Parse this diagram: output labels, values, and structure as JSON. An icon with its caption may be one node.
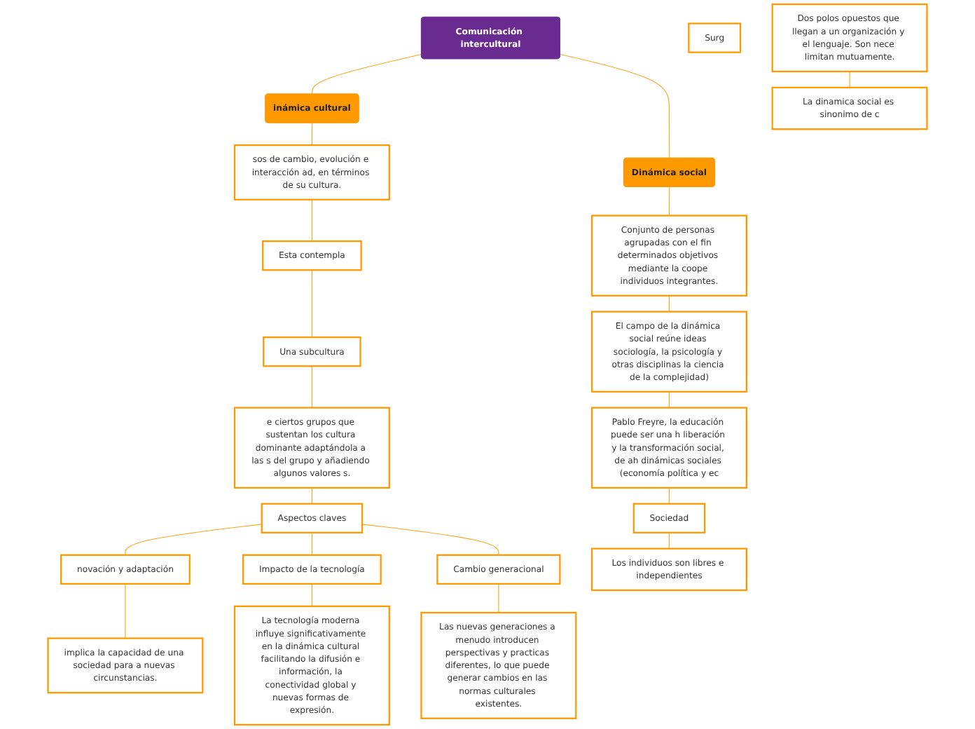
{
  "diagram": {
    "nodes": [
      {
        "text": [
          "Comunicación intercultural"
        ]
      },
      {
        "text": [
          "inámica cultural"
        ]
      },
      {
        "text": [
          "sos de cambio, evolución e interacción ad, en términos de su cultura."
        ]
      },
      {
        "text": [
          "Esta contempla"
        ]
      },
      {
        "text": [
          "Una subcultura"
        ]
      },
      {
        "text": [
          "e ciertos grupos que sustentan los cultura dominante adaptándola a las s del grupo y añadiendo algunos valores s."
        ]
      },
      {
        "text": [
          "Aspectos claves"
        ]
      },
      {
        "text": [
          "novación y adaptación"
        ]
      },
      {
        "text": [
          "Impacto de la tecnología"
        ]
      },
      {
        "text": [
          "Cambio generacional"
        ]
      },
      {
        "text": [
          "implica la capacidad de una sociedad para a nuevas circunstancias."
        ]
      },
      {
        "text": [
          "La tecnología moderna influye significativamente en la dinámica cultural facilitando la difusión e información, la conectividad global y nuevas formas de expresión."
        ]
      },
      {
        "text": [
          "Las nuevas generaciones a menudo introducen perspectivas y practicas diferentes, lo que puede generar cambios en las normas culturales existentes."
        ]
      },
      {
        "text": [
          "Dinámica social"
        ]
      },
      {
        "text": [
          "Conjunto de personas agrupadas con el fin determinados objetivos mediante la coope individuos integrantes."
        ]
      },
      {
        "text": [
          "El campo de la dinámica social reúne ideas sociología, la psicología y otras disciplinas la ciencia de la complejidad)"
        ]
      },
      {
        "text": [
          "Pablo Freyre, la educación puede ser una h liberación y la transformación social, de ah dinámicas sociales (economía política y ec"
        ]
      },
      {
        "text": [
          "Sociedad"
        ]
      },
      {
        "text": [
          "Los individuos son libres e independientes"
        ]
      },
      {
        "text": [
          "Surg"
        ]
      },
      {
        "text": [
          "Dos polos opuestos que llegan a un organización y el lenguaje. Son nece limitan mutuamente."
        ]
      },
      {
        "text": [
          "La dinamica social es sinonimo de c"
        ]
      }
    ],
    "edges": [
      {
        "from": 0,
        "to": 1,
        "arrow": "none"
      },
      {
        "from": 1,
        "to": 2,
        "arrow": "none"
      },
      {
        "from": 2,
        "to": 3,
        "arrow": "none"
      },
      {
        "from": 3,
        "to": 4,
        "arrow": "none"
      },
      {
        "from": 4,
        "to": 5,
        "arrow": "none"
      },
      {
        "from": 5,
        "to": 6,
        "arrow": "none"
      },
      {
        "from": 6,
        "to": 7,
        "arrow": "none"
      },
      {
        "from": 6,
        "to": 8,
        "arrow": "none"
      },
      {
        "from": 6,
        "to": 9,
        "arrow": "none"
      },
      {
        "from": 7,
        "to": 10,
        "arrow": "none"
      },
      {
        "from": 8,
        "to": 11,
        "arrow": "none"
      },
      {
        "from": 9,
        "to": 12,
        "arrow": "none"
      },
      {
        "from": 0,
        "to": 13,
        "arrow": "none"
      },
      {
        "from": 13,
        "to": 14,
        "arrow": "none"
      },
      {
        "from": 14,
        "to": 15,
        "arrow": "none"
      },
      {
        "from": 15,
        "to": 16,
        "arrow": "none"
      },
      {
        "from": 16,
        "to": 17,
        "arrow": "none"
      },
      {
        "from": 17,
        "to": 18,
        "arrow": "none"
      },
      {
        "from": 20,
        "to": 21,
        "arrow": "none"
      }
    ]
  }
}
